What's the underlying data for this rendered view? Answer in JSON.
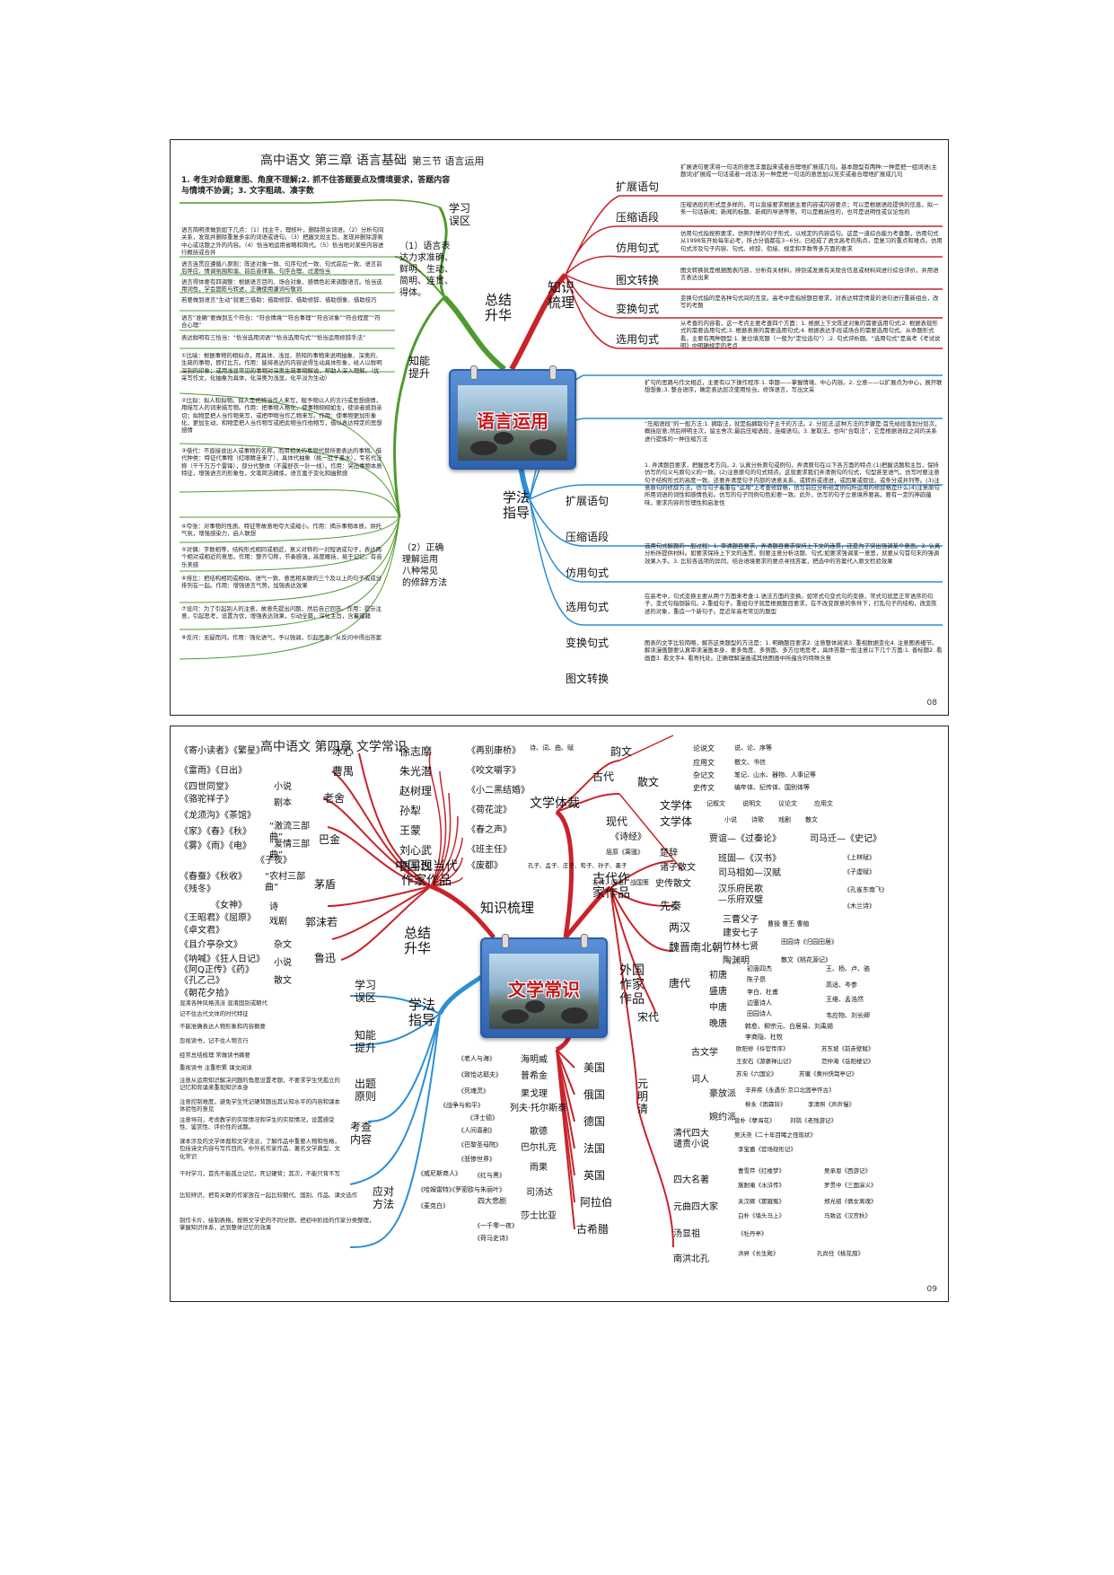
{
  "panel1": {
    "title": "高中语文 第三章 语言基础",
    "subtitle": "第三节 语言运用",
    "page_number": "08",
    "center": "语言运用",
    "hubs": {
      "summary": "总结\n升华",
      "knowledge": "知识\n梳理",
      "method": "学法\n指导"
    },
    "summary_branches": {
      "learn": "学习\n误区",
      "know": "知能\n提升",
      "lang": "（1）语言表\n达力求准确、\n鲜明、生动、\n简明、连贯、\n得体。",
      "rhet": "（2）正确\n理解运用\n八种常见\n的修辞方法"
    },
    "top_note": "1. 考生对命题意图、角度不理解;2. 抓不住答题要点及情境要求，答题内容与情境不协调；3. 文字粗疏、凑字数",
    "left_notes": [
      "语言简明须做到如下几点：（1）找主干，理枝叶，删除赘余词语。（2）分析句间关系，发现并删除重复多余的词语或语句。（3）把握文段主旨，发现并删除游离中心或话题之外的内容。（4）恰当地运用省略和简代。（5）恰当地对某些内容进行概括或合并",
      "语言连贯应遵循八原则：陈述对象一致、句序句式一致、句式前后一致、语言前后呼应、情调氛围和谐、前后音律谐、句序合理、过渡恰当",
      "语言得体要有四调整：根据语言目的、场合对象、感情色彩来调整语言。恰当选用词性，学会固陈与转述，正确使用谦词与敬词",
      "若要做到语言“生动”就要三借助：借助修辞、借助修辞、借助想象、借助技巧",
      "语言“准确”要做到五个符合：“符合情境”“符合事理”“符合对象”“符合程度”“符合心理”",
      "表达鲜明有三恰当：“恰当选用词语”“恰当选用句式”“恰当运用修辞手法”",
      "①比喻：根据事物的相似点，用具体、浅显、熟知的事物来说明抽象、深奥的、生疏的事物，即打比方。作用：能将表达的内容说得生动具体形象，给人以鲜明深刻的印象；或用浅显常见的事物对深奥生疏事物解说，帮助人深入理解。（优采写作文，化抽象为具体，化深奥为浅显，化平淡为生动）",
      "②比拟：拟人和拟物。拟人是把物当作人来写，赋予物以人的言行或思想感情，用描写人的词来描写物。作用：把事物人格化，使事物栩栩如生，使读者感到亲切；拟物是把人当作物来写，或把甲物当作乙物来写。作用：使事物更加形象化，更加生动，和物是把人当作物写或把此物当作他物写，借以表达特定的思想感情",
      "③借代：不直接说出人或事物的名称，而用相关的事物代替所要表达的事物。借代种类：特征代事物（红眼睛走来了），具体代抽象（桃一肚子墨水），专名代泛称（千千万万个雷锋），部分代整体（不露舒衣一针一线）。作用：突出事物本质特征，增强语言的形象性，文笔简洁精炼，语言富于变化和幽默感",
      "④夸张：对事物的性质、特征等故意地夸大或缩小。作用：揭示事物本质，烘托气氛，增强感染力，启人联想",
      "⑤对偶：字数相等，结构形式相同或相近，意义对称的一对短语或句子，表达两个相对或相近的意思。作用：整齐匀称，节奏感强，高度概括，易于记忆，有音乐美感",
      "⑥排比：把结构相同或相似、语气一致、意思相关联的三个及以上的句子或成分排列在一起。作用：增强语言气势，加强表达效果",
      "⑦设问：为了引起别人的注意，故意先提出问题，然后自己回答。作用：提示注意，引起思考，设置为伏，增强表达效果，引动全篇，深化主旨，含蓄蕴藉",
      "⑧反问：无疑而问。作用：强化语气，予以强调，引起思考，从反问中得出答案"
    ],
    "knowledge_items": [
      "扩展语句",
      "压缩语段",
      "仿用句式",
      "图文转换",
      "变换句式",
      "选用句式"
    ],
    "knowledge_notes": [
      "扩展语句要求将一句话的意思丰富起来或者合理地扩展成几句。基本题型有两种:一种是把一组词语(主题词)扩展成一句话或者一段话;另一种是把一句话的意思加以充实或者合理地扩展成几句",
      "压缩语段的形式是多样的，可以直接要求根据主要内容或内容要点；可以是根据语段提供的信息，拟一条一句话新闻；新闻的标题、新闻的导语等等。可以是概括性的，也可是说明性或议论性的",
      "仿用句式指按照要求，仿照列举的句子形式，以规定的内容造句。这是一道综合能力考查题，仿用句式从1998年开始每年必考，所占分值都在3~6分。已经成了语文高考的热点，是复习的重点和难点。仿用句式涉及句子内容、句式、修辞、衔接、规定和字数等多方面的要求",
      "图文转换就是根据图表内容，分析有关材料，辨别或发展有关隐含信息或材料间进行综合评价，并用语言表达出来",
      "变换句式指的是各种句式间的互变。高考中是指按题目要求，对表达特定情景的语句进行重新组合，改写的考题",
      "从考查的内容看，这一考点主要考查四个方面：1. 根据上下文陈述对象的需要选用句式;2. 根据表现形式的需要选用句式;3. 根据表意的需要选用句式;4. 根据表达手段或场合的需要选用句式。从命题形式看，主要有两种题型:1. 复位填充题（一般为“定位选句”）;2. 句式评析题。“选用句式”是高考《考试说明》中明确规定的考点"
    ],
    "method_items": [
      "扩展语句",
      "压缩语段",
      "仿用句式",
      "选用句式",
      "变换句式",
      "图文转换"
    ],
    "method_notes": [
      "扩句的思路与作文相近，主要有以下操作程序:1. 审题——掌握情境、中心内容。2. 立意——以扩展点为中心，展开联想想象;3. 整合语序，确定表达层次使用恰当，修饰语言，写出文采",
      "“压缩语段”的一般方法:1. 摘取法，就是指摘取句子主干的方法。2. 分层法,这种方法的步骤是:首先给段落划分层次，概括层意;然后辨明主次，留主舍次;最后压缩语段，连缀语句。3. 复取法，也叫“合取法”，它是根据语段之间的关系进行提炼的一种压缩方法",
      "1. 弄清题目要求，把握思考方向。2. 认真分析原句或例句，弄清原句在以下各方面的特点:(1)把握话题和主旨，保持仿写的句义与原句义的一致。(2)注意原句的句式特点。这就要求我们弄清例句的句式，句型甚至语气，仿写时要注意句子结构形式的高度一致。还要弄清楚句子内部的语意关系，或转折或递进，或因果或假设，或条分或并列等。(3)注意原句的修辞方法，仿写句子着重在“运用”上考查修辞格，仿写前应分析给定例句所运用的修辞格是什么(4)注意原句所用词语的词性和感情色彩。仿写的句子同例句色彩要一致。此外，仿写的句子立意境界要高，要有一定的神韵蕴味，要求内容的哲理性和启发性",
      "选用句式解题的一般过程：1. 审清题目要求，弄清题目要求保持上下文的连贯，还是为了突出强调某个意思。2. 认真分析所提供材料。如要求保持上下文的连贯，则要注意分析话题、句式;如要求强调某一意思，就要从句首句末的强调效果入手。3. 比较各选项的异同，结合语境要求的要点寻找答案，把选中的答案代入原文检验效果",
      "在高考中，句式变换主要从两个方面来考查:1.语法方面的变换。如常式句变式句的变换，常式句就是正常语序的句子，变式句指倒装句。2.重组句子。重组句子就是根据题目要求，在不改变原意的条件下，打乱句子的结构，改变陈述的对象，重造一个新句子。是近年高考常见的题型",
      "图表的文字比较简略，解答这类题型的方法是：1. 明确题目要求2. 注意整体阅读3. 重视数据变化4. 注意图表细节。解读漫画题要认真审读漫画本身，要多角度、多侧面、多方位地思考，具体答题一般注意以下几个方面:1. 善标题2. 看画面3. 看文字4. 看寄托处。正确理解漫画或其他图画中所蕴含的特殊含意"
    ]
  },
  "panel2": {
    "title": "高中语文 第四章 文学常识",
    "page_number": "09",
    "center": "文学常识",
    "hubs": {
      "sort": "知识梳理",
      "summary": "总结\n升华",
      "method": "学法\n指导",
      "modern": "中国现当代\n作家作品",
      "ancient": "古代作\n家作品",
      "foreign": "外国\n作家\n作品",
      "genre": "文学体裁"
    },
    "modern_left": [
      {
        "author": "冰心",
        "works": [
          "《寄小读者》《繁星》"
        ]
      },
      {
        "author": "曹禺",
        "works": [
          "《雷雨》《日出》"
        ]
      },
      {
        "author": "老舍",
        "works": [
          "《四世同堂》",
          "《骆驼祥子》",
          "《龙须沟》《茶馆》"
        ],
        "kinds": [
          "小说",
          "剧本"
        ]
      },
      {
        "author": "巴金",
        "works": [
          "《家》《春》《秋》",
          "《雾》《雨》《电》",
          "《子夜》"
        ],
        "kinds": [
          "“激流三部曲”",
          "“爱情三部曲”"
        ]
      },
      {
        "author": "茅盾",
        "works": [
          "《春蚕》《秋收》",
          "《残冬》"
        ],
        "kinds": [
          "“农村三部曲”"
        ]
      },
      {
        "author": "郭沫若",
        "works": [
          "《女神》",
          "《王昭君》《屈原》",
          "《卓文君》"
        ],
        "kinds": [
          "诗",
          "戏剧"
        ]
      },
      {
        "author": "鲁迅",
        "works": [
          "《且介亭杂文》",
          "《呐喊》《狂人日记》",
          "《阿Q正传》《药》",
          "《孔乙己》",
          "《朝花夕拾》"
        ],
        "kinds": [
          "杂文",
          "小说",
          "散文"
        ]
      }
    ],
    "modern_right": [
      {
        "author": "徐志摩",
        "work": "《再别康桥》"
      },
      {
        "author": "朱光潜",
        "work": "《咬文嚼字》"
      },
      {
        "author": "赵树理",
        "work": "《小二黑结婚》"
      },
      {
        "author": "孙犁",
        "work": "《荷花淀》"
      },
      {
        "author": "王蒙",
        "work": "《春之声》"
      },
      {
        "author": "刘心武",
        "work": "《班主任》"
      },
      {
        "author": "贾平凹",
        "work": "《废都》"
      }
    ],
    "genre": {
      "ancient": "古代",
      "modern": "现代",
      "poem": "韵文",
      "prose": "散文",
      "lit": "文学体",
      "litstyle": "文学体",
      "poem_note": "诗、词、曲、赋",
      "prose_kinds": [
        "论说文",
        "应用文",
        "杂记文",
        "史传文"
      ],
      "prose_notes": [
        "说、论、序等",
        "檄文、书信",
        "笔记、山水、器物、人事记等",
        "编年体、纪传体、国别体等"
      ],
      "modern_kinds": [
        "记叙文",
        "说明文",
        "议论文",
        "应用文"
      ],
      "modern_lit": [
        "小说",
        "诗歌",
        "戏剧",
        "散文"
      ],
      "classic": "《诗经》",
      "chu": "楚辞",
      "chu_note": "屈原《离骚》",
      "zhuzi": "诸子散文",
      "zhuzi_note": "孔子、孟子、庄子、荀子、孙子、墨子",
      "shizhuan": "史传散文",
      "shizhuan_note": "左传、国语、战国策"
    },
    "ancient": {
      "qinxian": "先秦",
      "lianghan": "两汉",
      "weijin": "魏晋南北朝",
      "tang": "唐代",
      "song": "宋代",
      "yuanmingqing": "元\n明\n清",
      "han_items": [
        "贾谊—《过秦论》",
        "司马迁—《史记》",
        "班固—《汉书》",
        "司马相如—汉赋",
        "汉乐府民歌\n—乐府双璧"
      ],
      "han_notes": [
        "《上林赋》",
        "《子虚赋》",
        "《孔雀东南飞》",
        "《木兰诗》"
      ],
      "wei_items": [
        "三曹父子",
        "建安七子",
        "竹林七贤",
        "陶渊明"
      ],
      "wei_notes": [
        "曹操  曹丕  曹植",
        "田园诗《归园田居》",
        "散文《桃花源记》"
      ],
      "tang_items": [
        "初唐",
        "盛唐",
        "中唐",
        "晚唐"
      ],
      "tang_notes": [
        "初唐四杰",
        "陈子昂",
        "李白、杜甫",
        "边塞诗人",
        "田园诗人",
        "韩愈、柳宗元、白居易、刘禹锡",
        "李商隐、杜牧"
      ],
      "tang_notes2": [
        "王、杨、卢、骆",
        "高适、岑参",
        "王维、孟浩然",
        "韦应物、刘长卿"
      ],
      "song_items": [
        "古文学",
        "词人",
        "豪放派",
        "婉约派"
      ],
      "song_notes": [
        "欧阳修《伶官传序》",
        "王安石《游褒禅山记》",
        "苏东坡《前赤壁赋》",
        "范仲淹《岳阳楼记》",
        "苏洵《六国论》",
        "苏辙《黄州快哉亭记》",
        "辛弃疾《永遇乐·京口北固亭怀古》",
        "柳永《雨霖铃》",
        "李清照《声声慢》"
      ],
      "yuan_items": [
        "清代四大\n谴责小说",
        "四大名著",
        "元曲四大家",
        "汤显祖",
        "南洪北孔"
      ],
      "yuan_notes": [
        "曾朴《孽海花》",
        "刘鹗《老残游记》",
        "吴沃尧《二十年目睹之怪现状》",
        "李宝嘉《官场现形记》",
        "曹雪芹《红楼梦》",
        "吴承恩《西游记》",
        "施耐庵《水浒传》",
        "罗贯中《三国演义》",
        "关汉卿《窦娥冤》",
        "郑光祖《倩女离魂》",
        "白朴《墙头马上》",
        "马致远《汉宫秋》",
        "《牡丹亭》",
        "洪昇《长生殿》",
        "孔尚任《桃花扇》"
      ]
    },
    "foreign": [
      {
        "country": "美国",
        "authors": [
          "海明威",
          "普希金"
        ],
        "works": [
          "《老人与海》",
          "《致恰达耶夫》"
        ]
      },
      {
        "country": "俄国",
        "authors": [
          "果戈理",
          "列夫·托尔斯泰"
        ],
        "works": [
          "《死魂灵》",
          "《战争与和平》"
        ]
      },
      {
        "country": "德国",
        "authors": [
          "歌德"
        ],
        "works": [
          "《浮士德》"
        ]
      },
      {
        "country": "法国",
        "authors": [
          "巴尔扎克",
          "雨果"
        ],
        "works": [
          "《人间喜剧》",
          "《巴黎圣母院》",
          "《悲惨世界》"
        ]
      },
      {
        "country": "英国",
        "authors": [
          "司汤达"
        ],
        "works": [
          "《红与黑》"
        ]
      },
      {
        "country": "阿拉伯",
        "authors": [
          "莎士比亚"
        ],
        "works": [
          "《威尼斯商人》",
          "《哈姆雷特》"
        ]
      },
      {
        "country": "古希腊",
        "authors": [
          "四大悲剧"
        ],
        "works": [
          "《罗密欧与朱丽叶》",
          "《麦克白》",
          "《一千零一夜》",
          "《荷马史诗》"
        ]
      }
    ],
    "method": {
      "learn": "学习\n误区",
      "know": "知能\n提升",
      "principle": "出题\n原则",
      "content": "考查\n内容",
      "strategy": "应对\n方法",
      "learn_notes": [
        "混淆各种风格流派    混淆国别或朝代",
        "记不住古代文体的时代特征",
        "不能准确表达人物形象和内容概要"
      ],
      "know_notes": [
        "忽视读书，记不住人物言行",
        "经常总结梳理    常做读书摘要",
        "重视读书    注重积累    课文阅读"
      ],
      "principle_notes": [
        "注意从运用知识解决问题的角度设置考题，不要求学生凭孤立的记忆和背诵来重现知识本身",
        "注意控制难度，避免学生凭记硬背题出其认知水平的内容和课本体验性的意见"
      ],
      "content_notes": [
        "注意导向，考虑教学的实际情况和学生的实际情况，设置感受性、鉴赏性、评价性的试题。",
        "课本涉及的文学体裁和文学流派，了解作品中重要人物和性格，包括诗文内容与写作目的。中外名作家作品、著名文学典型、文化常识"
      ],
      "strategy_notes": [
        "干时学习，首先不能孤立记忆，死记硬背；其次，不能只背不写",
        "比较辨识，把有关联的作家放在一起比较朝代、国别、作品、课文选作",
        "制作卡片、绘制表格。按照文学史的不同分期，把初中阶段的作家分类整理，掌握知识体系，达到整体记忆的效果"
      ]
    }
  }
}
